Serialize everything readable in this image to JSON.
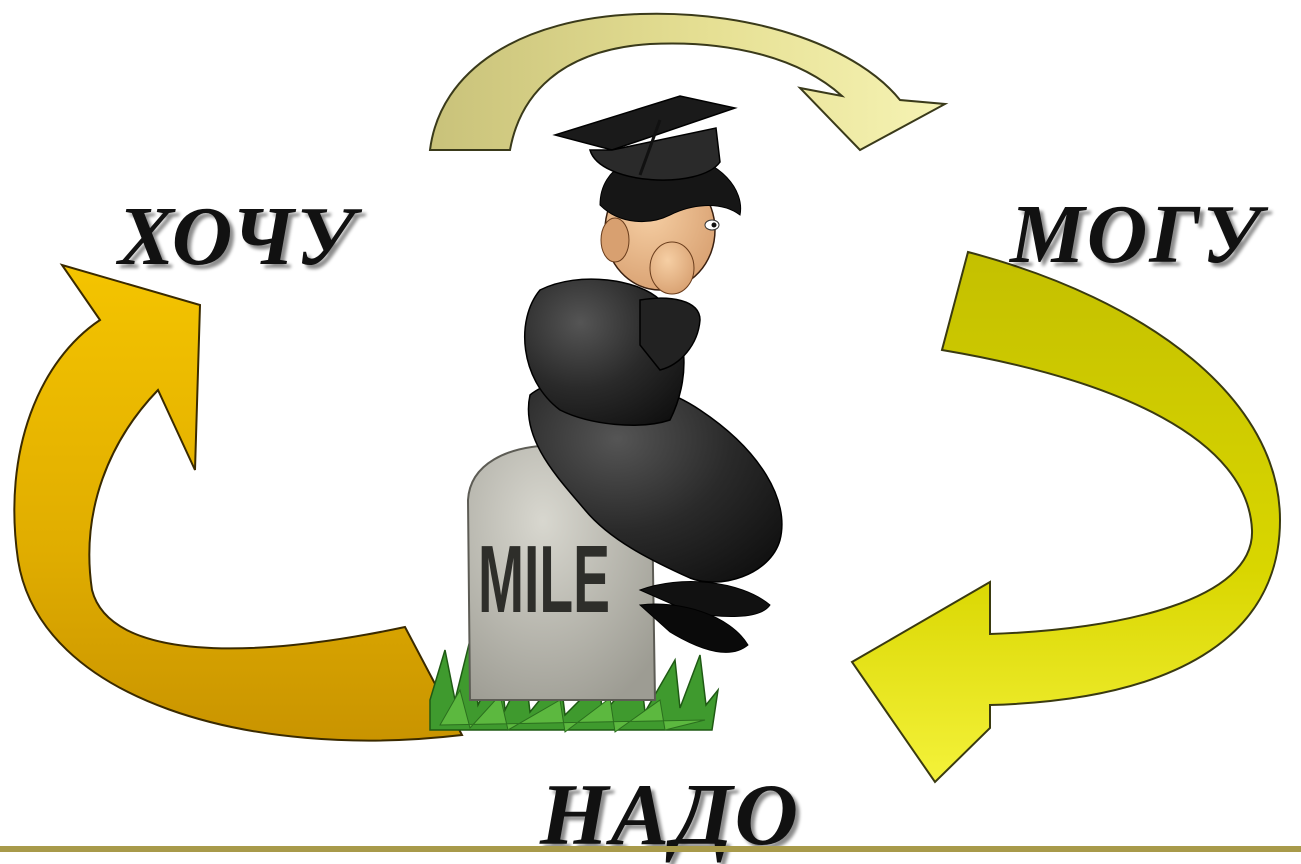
{
  "slide": {
    "words": {
      "want": "ХОЧУ",
      "can": "МОГУ",
      "must": "НАДО"
    },
    "milestone_text": "MILE",
    "colors": {
      "arrow_top_dark": "#c9c27a",
      "arrow_top_light": "#f4f0a8",
      "arrow_right_dark": "#c8c400",
      "arrow_right_light": "#f0ee2e",
      "arrow_left_dark": "#c79a00",
      "arrow_left_light": "#f2c200",
      "stone": "#bdbcb2",
      "robe": "#1d1d1d",
      "grass": "#3f9a2e",
      "footer_line": "#a89a4a"
    }
  }
}
